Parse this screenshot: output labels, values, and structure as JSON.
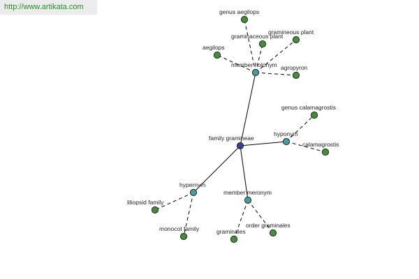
{
  "source": {
    "link_text": "http://www.artikata.com"
  },
  "colors": {
    "center": "#3a3f8f",
    "relation": "#4a9aa0",
    "leaf": "#4a8a3e",
    "link": "#2a8a2a"
  },
  "graph": {
    "center": {
      "id": "center",
      "label": "family gramineae"
    },
    "relations": [
      {
        "id": "member-holonym",
        "label": "member holonym"
      },
      {
        "id": "hyponym",
        "label": "hyponym"
      },
      {
        "id": "hypernym",
        "label": "hypernym"
      },
      {
        "id": "member-meronym",
        "label": "member meronym"
      }
    ],
    "leaves": [
      {
        "id": "genus-aegilops",
        "label": "genus aegilops",
        "parent": "member-holonym"
      },
      {
        "id": "graminaceous-plant",
        "label": "graminaceous plant",
        "parent": "member-holonym"
      },
      {
        "id": "gramineous-plant",
        "label": "gramineous plant",
        "parent": "member-holonym"
      },
      {
        "id": "aegilops",
        "label": "aegilops",
        "parent": "member-holonym"
      },
      {
        "id": "agropyron",
        "label": "agropyron",
        "parent": "member-holonym"
      },
      {
        "id": "genus-calamagrostis",
        "label": "genus calamagrostis",
        "parent": "hyponym"
      },
      {
        "id": "calamagrostis",
        "label": "calamagrostis",
        "parent": "hyponym"
      },
      {
        "id": "liliopsid-family",
        "label": "liliopsid family",
        "parent": "hypernym"
      },
      {
        "id": "monocot-family",
        "label": "monocot family",
        "parent": "hypernym"
      },
      {
        "id": "graminales",
        "label": "graminales",
        "parent": "member-meronym"
      },
      {
        "id": "order-graminales",
        "label": "order graminales",
        "parent": "member-meronym"
      }
    ]
  }
}
